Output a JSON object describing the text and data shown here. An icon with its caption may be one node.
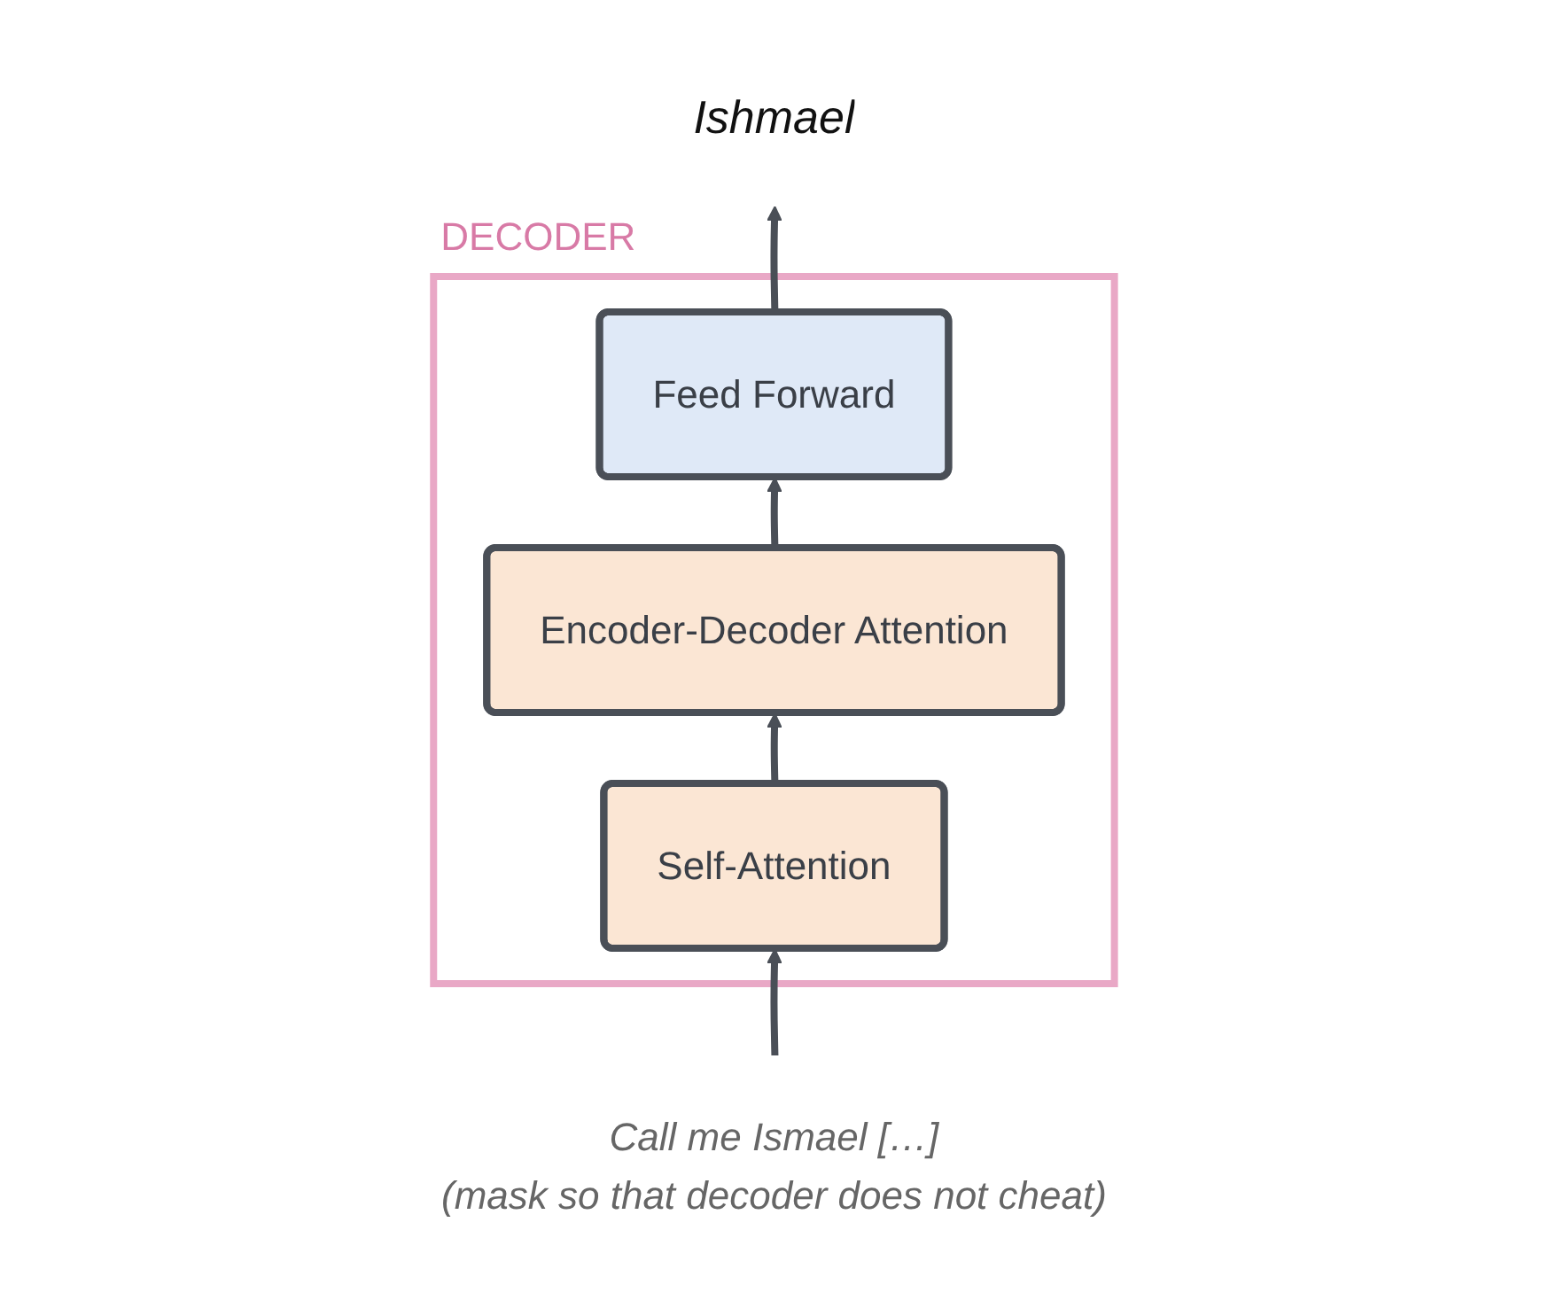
{
  "diagram": {
    "nodes": [
      {
        "text": [
          "DECODER"
        ]
      },
      {
        "text": [
          "Feed Forward"
        ],
        "in": 0
      },
      {
        "text": [
          "Encoder-Decoder Attention"
        ],
        "in": 0
      },
      {
        "text": [
          "Self-Attention"
        ],
        "in": 0
      },
      {
        "text": [
          "Ishmael"
        ]
      },
      {
        "text": [
          "Call me Ismael […]",
          "(mask so that decoder does not cheat)"
        ]
      }
    ],
    "edges": [
      {
        "from": 5,
        "to": 3,
        "arrow": "to"
      },
      {
        "from": 3,
        "to": 2,
        "arrow": "to"
      },
      {
        "from": 2,
        "to": 1,
        "arrow": "to"
      },
      {
        "from": 1,
        "to": 4,
        "arrow": "to"
      }
    ]
  }
}
